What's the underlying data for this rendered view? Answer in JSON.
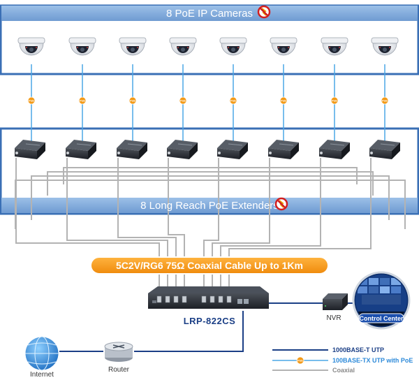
{
  "top_band": {
    "title": "8 PoE IP Cameras"
  },
  "mid_band": {
    "title": "8 Long Reach PoE Extenders"
  },
  "cable_banner": {
    "text": "5C2V/RG6 75Ω Coaxial Cable Up to 1Km"
  },
  "switch": {
    "model": "LRP-822CS"
  },
  "nvr": {
    "label": "NVR"
  },
  "control_center": {
    "label": "Control Center"
  },
  "router": {
    "label": "Router"
  },
  "internet": {
    "label": "Internet"
  },
  "poe_badge": {
    "text": "PoE"
  },
  "legend": [
    {
      "label": "1000BASE-T UTP",
      "color": "#1b3f86"
    },
    {
      "label": "100BASE-TX UTP with PoE",
      "color": "#2d8ad9"
    },
    {
      "label": "Coaxial",
      "color": "#8a8a8a"
    }
  ],
  "colors": {
    "band": "#7ea7d8",
    "frame": "#3a6fb5",
    "cable_banner": "#f39a17",
    "poe_line": "#4aa7e6",
    "coax": "#b3b3b3",
    "utp": "#1b3f86"
  },
  "counts": {
    "cameras": 8,
    "extenders": 8
  }
}
